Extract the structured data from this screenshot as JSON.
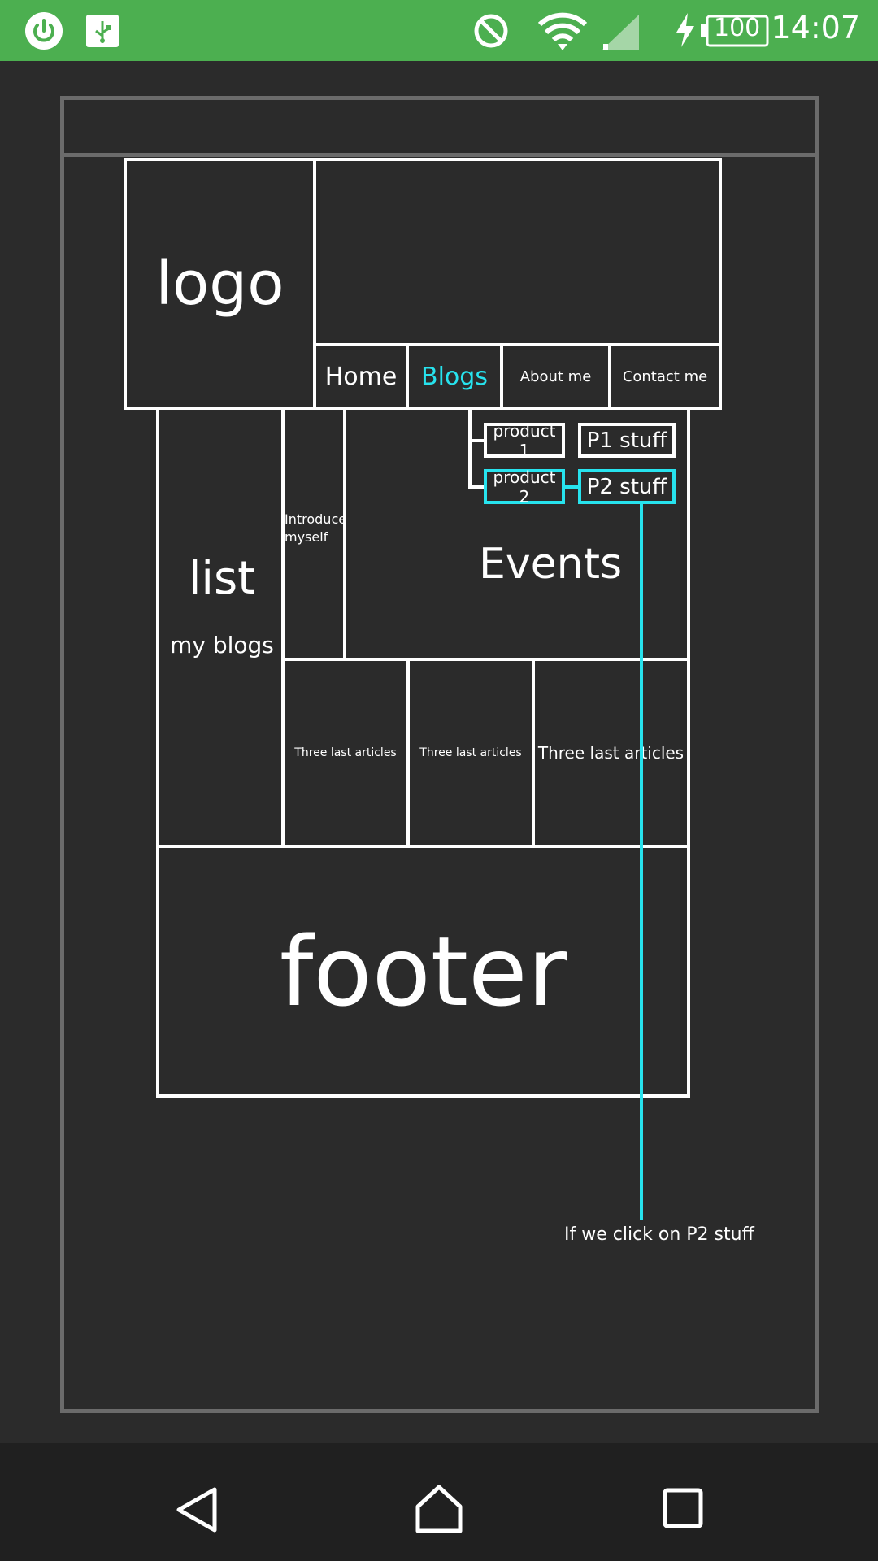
{
  "status_bar": {
    "time": "14:07",
    "battery": "100",
    "icons": [
      "power-icon",
      "usb-icon",
      "do-not-disturb-icon",
      "wifi-icon",
      "signal-icon",
      "charging-icon",
      "battery-icon"
    ],
    "background": "#4caf50"
  },
  "wireframe": {
    "logo": "logo",
    "nav": {
      "home": "Home",
      "blogs": "Blogs",
      "about": "About me",
      "contact": "Contact me"
    },
    "dropdown": {
      "product1": "product 1",
      "p1_stuff": "P1 stuff",
      "product2": "product 2",
      "p2_stuff": "P2 stuff"
    },
    "sidebar": {
      "title": "list",
      "subtitle": "my blogs"
    },
    "introduce": "Introduce myself",
    "events": "Events",
    "articles": [
      "Three last articles",
      "Three last articles",
      "Three last articles"
    ],
    "footer": "footer",
    "annotation": "If we click on P2 stuff",
    "colors": {
      "accent": "#27e3ee",
      "line": "#ffffff",
      "frame": "#6b6b6b"
    }
  },
  "nav_bar": {
    "icons": [
      "back-icon",
      "home-icon",
      "recents-icon"
    ]
  }
}
